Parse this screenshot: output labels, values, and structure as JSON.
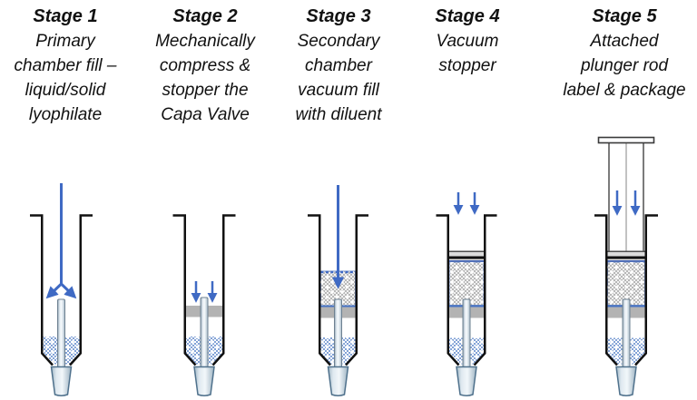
{
  "stages": [
    {
      "title": "Stage 1",
      "description_lines": [
        "Primary",
        "chamber fill –",
        "liquid/solid",
        "lyophilate"
      ]
    },
    {
      "title": "Stage 2",
      "description_lines": [
        "Mechanically",
        "compress &",
        "stopper the",
        "Capa Valve"
      ]
    },
    {
      "title": "Stage 3",
      "description_lines": [
        "Secondary",
        "chamber",
        "vacuum fill",
        "with diluent"
      ]
    },
    {
      "title": "Stage 4",
      "description_lines": [
        "Vacuum",
        "stopper"
      ]
    },
    {
      "title": "Stage 5",
      "description_lines": [
        "Attached",
        "plunger rod",
        "label & package"
      ]
    }
  ],
  "colors": {
    "arrow_blue": "#3f6ac4",
    "outline_black": "#111111",
    "valve_gray": "#b3b3b3",
    "liquid_check_blue": "#82a2d6",
    "diluent_check_gray": "#b7b7b7",
    "stopper_seal_blue": "#3f5fae"
  }
}
